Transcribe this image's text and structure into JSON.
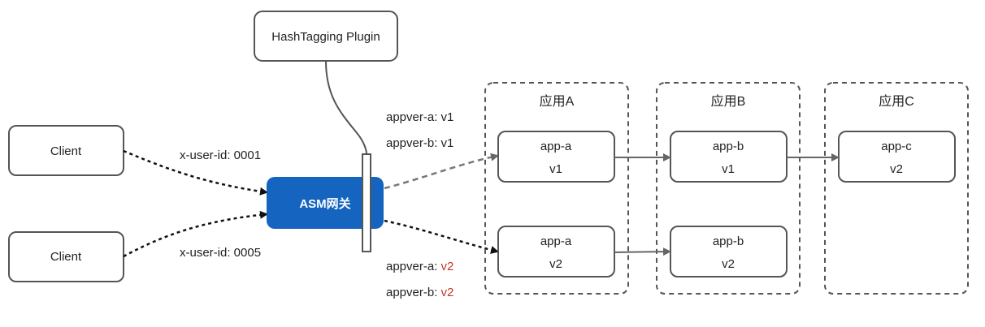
{
  "plugin": {
    "label": "HashTagging Plugin"
  },
  "clients": [
    {
      "label": "Client",
      "header": "x-user-id: 0001"
    },
    {
      "label": "Client",
      "header": "x-user-id: 0005"
    }
  ],
  "gateway": {
    "label": "ASM网关",
    "color": "#1565C0"
  },
  "routes": {
    "v1": {
      "line_a_prefix": "appver-a: ",
      "line_a_value": "v1",
      "line_b_prefix": "appver-b: ",
      "line_b_value": "v1"
    },
    "v2": {
      "line_a_prefix": "appver-a: ",
      "line_a_value": "v2",
      "line_b_prefix": "appver-b: ",
      "line_b_value": "v2",
      "value_color": "#C0392B"
    }
  },
  "groups": [
    {
      "title": "应用A",
      "services": [
        {
          "name": "app-a",
          "version": "v1"
        },
        {
          "name": "app-a",
          "version": "v2"
        }
      ]
    },
    {
      "title": "应用B",
      "services": [
        {
          "name": "app-b",
          "version": "v1"
        },
        {
          "name": "app-b",
          "version": "v2"
        }
      ]
    },
    {
      "title": "应用C",
      "services": [
        {
          "name": "app-c",
          "version": "v2"
        }
      ]
    }
  ]
}
